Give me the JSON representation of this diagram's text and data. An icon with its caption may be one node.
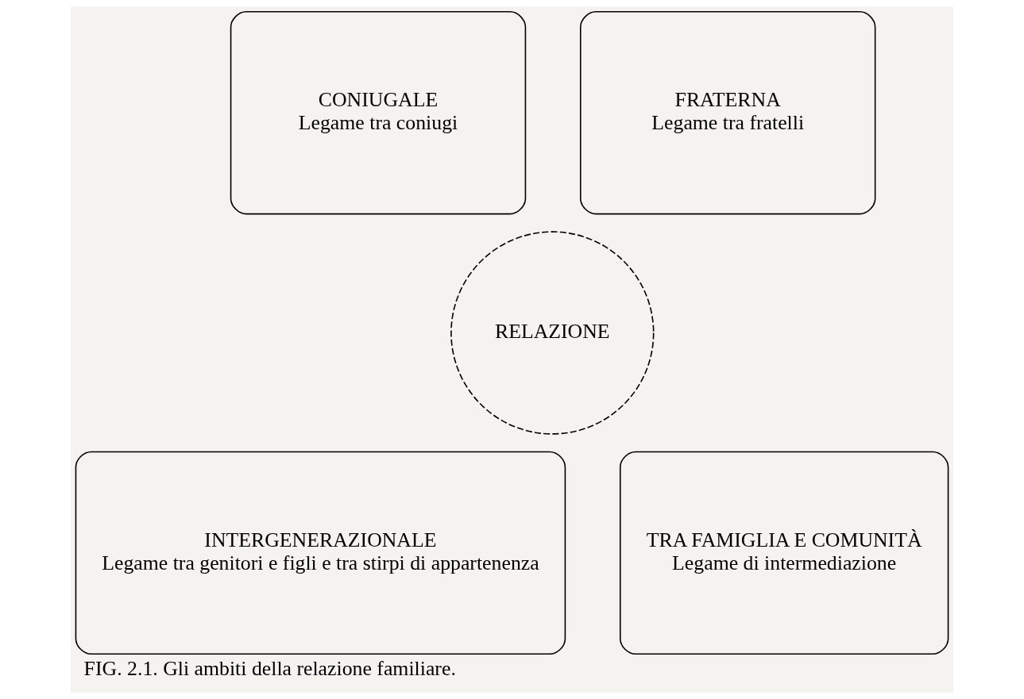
{
  "diagram": {
    "caption": "FIG. 2.1. Gli ambiti della relazione familiare.",
    "nodes": [
      {
        "text": [
          "CONIUGALE",
          "Legame tra coniugi"
        ]
      },
      {
        "text": [
          "FRATERNA",
          "Legame tra fratelli"
        ]
      },
      {
        "text": [
          "RELAZIONE"
        ]
      },
      {
        "text": [
          "INTERGENERAZIONALE",
          "Legame tra genitori e figli e tra stirpi di appartenenza"
        ]
      },
      {
        "text": [
          "TRA FAMIGLIA E COMUNITÀ",
          "Legame di intermediazione"
        ]
      }
    ],
    "edges": []
  }
}
